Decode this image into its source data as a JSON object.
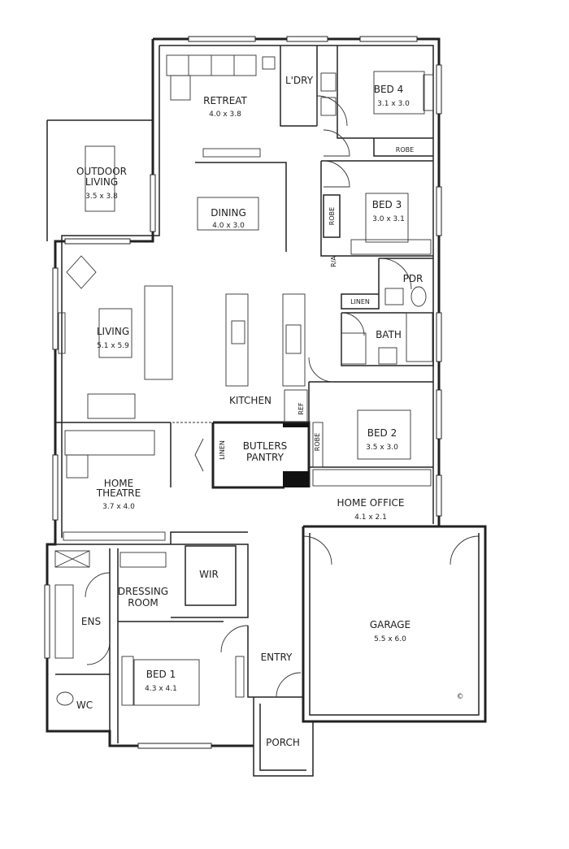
{
  "rooms": {
    "retreat": {
      "name": "RETREAT",
      "size": "4.0 x 3.8"
    },
    "laundry": {
      "name": "L'DRY"
    },
    "bed4": {
      "name": "BED 4",
      "size": "3.1 x 3.0",
      "robe": "ROBE"
    },
    "outdoor": {
      "name_line1": "OUTDOOR",
      "name_line2": "LIVING",
      "size": "3.5 x 3.8"
    },
    "dining": {
      "name": "DINING",
      "size": "4.0 x 3.0"
    },
    "bed3": {
      "name": "BED 3",
      "size": "3.0 x 3.1",
      "robe": "ROBE"
    },
    "ra": {
      "name": "R/A"
    },
    "pdr": {
      "name": "PDR"
    },
    "linen_hall": {
      "name": "LINEN"
    },
    "living": {
      "name": "LIVING",
      "size": "5.1 x 5.9"
    },
    "bath": {
      "name": "BATH"
    },
    "kitchen": {
      "name": "KITCHEN",
      "ref": "REF"
    },
    "bed2": {
      "name": "BED 2",
      "size": "3.5 x 3.0",
      "robe": "ROBE"
    },
    "butlers": {
      "name_line1": "BUTLERS",
      "name_line2": "PANTRY",
      "linen": "LINEN"
    },
    "theatre": {
      "name_line1": "HOME",
      "name_line2": "THEATRE",
      "size": "3.7 x 4.0"
    },
    "office": {
      "name": "HOME OFFICE",
      "size": "4.1 x 2.1"
    },
    "wir": {
      "name": "WIR"
    },
    "dressing": {
      "name_line1": "DRESSING",
      "name_line2": "ROOM"
    },
    "ens": {
      "name": "ENS"
    },
    "wc": {
      "name": "WC"
    },
    "garage": {
      "name": "GARAGE",
      "size": "5.5 x 6.0"
    },
    "entry": {
      "name": "ENTRY"
    },
    "bed1": {
      "name": "BED 1",
      "size": "4.3 x 4.1"
    },
    "porch": {
      "name": "PORCH"
    }
  },
  "copyright_mark": "©"
}
